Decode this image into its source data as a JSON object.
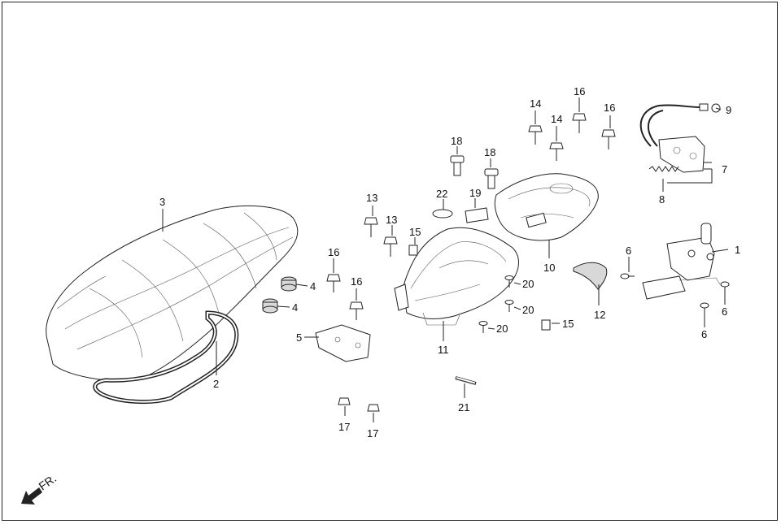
{
  "diagram": {
    "front_indicator": "FR.",
    "callouts": {
      "c1": "1",
      "c2": "2",
      "c3": "3",
      "c4a": "4",
      "c4b": "4",
      "c5": "5",
      "c6a": "6",
      "c6b": "6",
      "c6c": "6",
      "c7": "7",
      "c8": "8",
      "c9": "9",
      "c10": "10",
      "c11": "11",
      "c12": "12",
      "c13a": "13",
      "c13b": "13",
      "c14a": "14",
      "c14b": "14",
      "c15a": "15",
      "c15b": "15",
      "c16a": "16",
      "c16b": "16",
      "c16c": "16",
      "c16d": "16",
      "c17a": "17",
      "c17b": "17",
      "c18a": "18",
      "c18b": "18",
      "c19": "19",
      "c20a": "20",
      "c20b": "20",
      "c20c": "20",
      "c21": "21",
      "c22": "22"
    }
  }
}
